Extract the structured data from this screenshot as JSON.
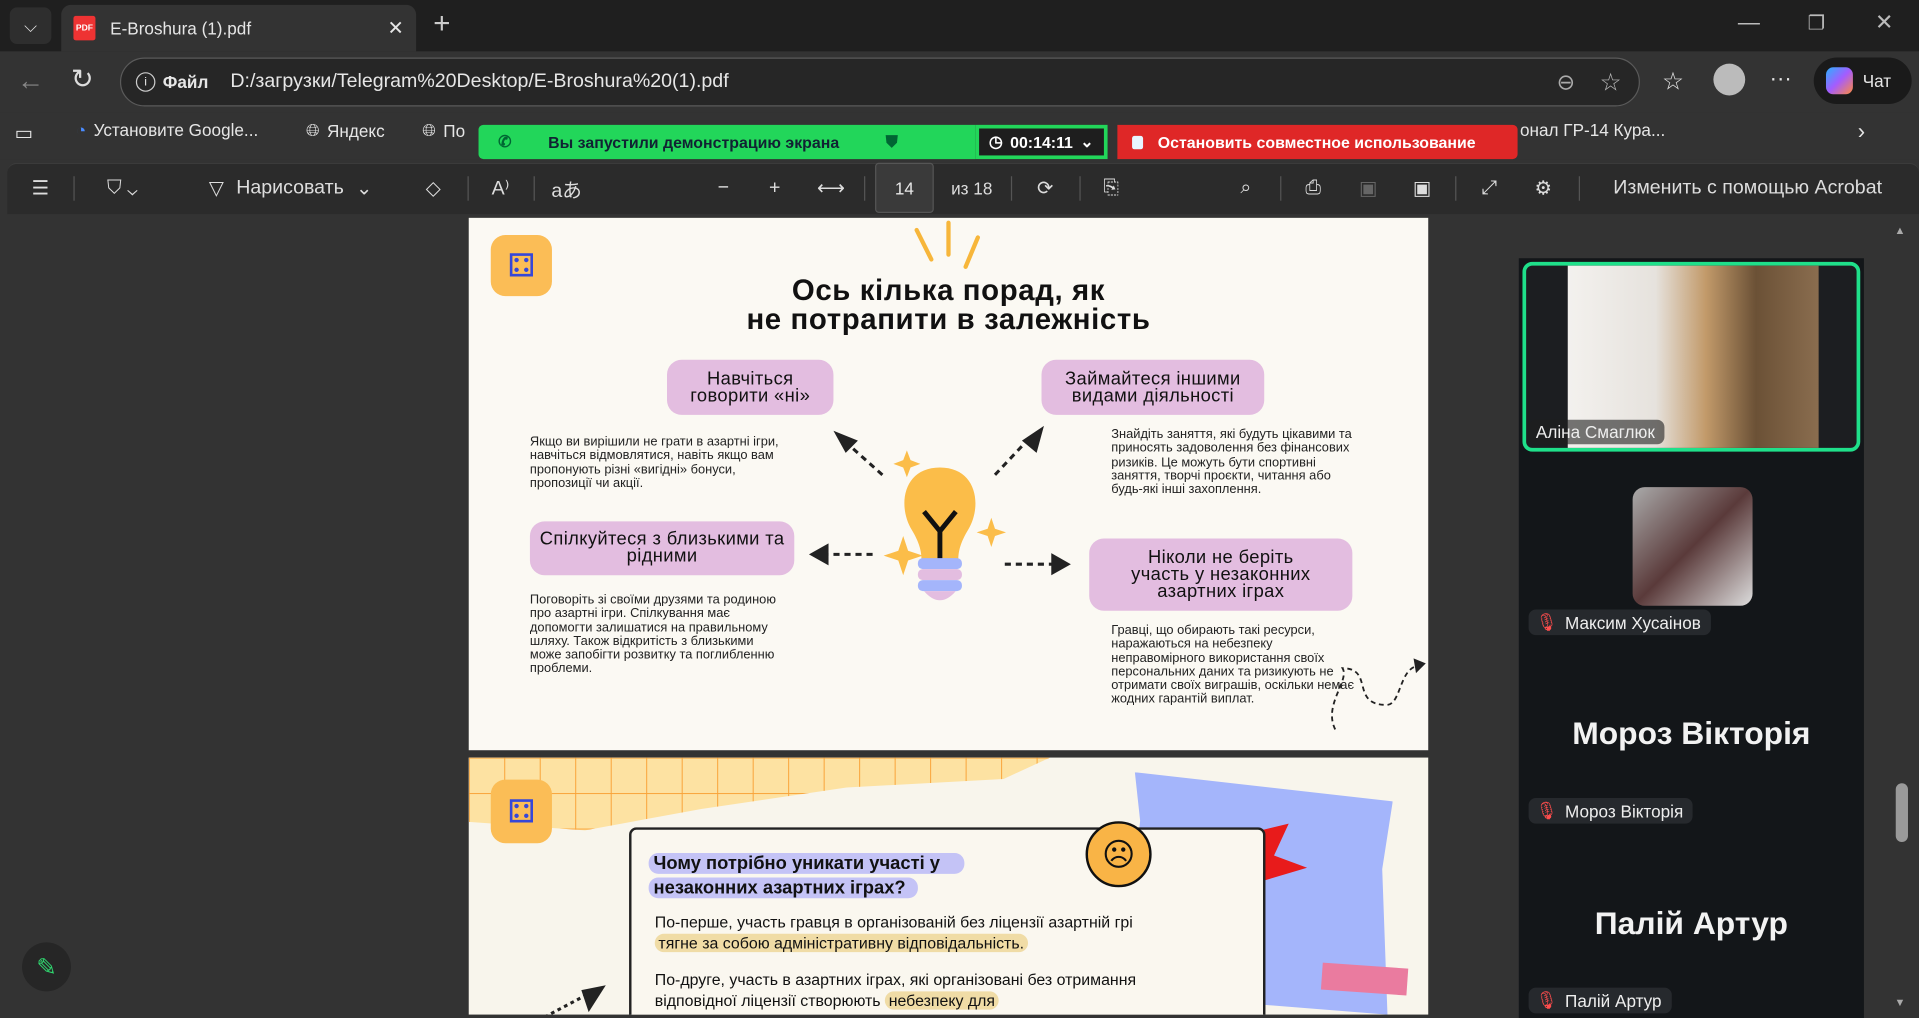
{
  "browser": {
    "tab_title": "E-Broshura (1).pdf",
    "address_prefix": "Файл",
    "address": "D:/загрузки/Telegram%20Desktop/E-Broshura%20(1).pdf",
    "chat_label": "Чат"
  },
  "bookmarks": [
    "Установите Google...",
    "Яндекс",
    "По",
    "онал ГР-14 Кура..."
  ],
  "screen_share": {
    "message": "Вы запустили демонстрацию экрана",
    "timer": "00:14:11",
    "stop_label": "Остановить совместное использование"
  },
  "pdf_toolbar": {
    "draw_label": "Нарисовать",
    "page_current": "14",
    "page_total": "из 18",
    "edit_acrobat": "Изменить с помощью Acrobat"
  },
  "page14": {
    "title_line1": "Ось кілька порад, як",
    "title_line2": "не потрапити в залежність",
    "tip1_title": "Навчіться говорити «ні»",
    "tip1_text": "Якщо ви вирішили не грати в азартні ігри, навчіться відмовлятися, навіть якщо вам пропонують різні «вигідні» бонуси, пропозиції чи акції.",
    "tip2_title": "Займайтеся іншими видами діяльності",
    "tip2_text": "Знайдіть заняття, які будуть цікавими та приносять задоволення без фінансових ризиків. Це можуть бути спортивні заняття, творчі проєкти, читання або будь-які інші захоплення.",
    "tip3_title": "Спілкуйтеся з близькими та рідними",
    "tip3_text": "Поговоріть зі своїми друзями та родиною про азартні ігри. Спілкування має допомогти залишатися на правильному шляху. Також відкритість з близькими може запобігти розвитку та поглибленню проблеми.",
    "tip4_title": "Ніколи не беріть участь у незаконних азартних іграх",
    "tip4_text": "Гравці, що обирають такі ресурси, наражаються на небезпеку неправомірного використання своїх персональних даних та ризикують не отримати своїх виграшів, оскільки немає жодних гарантій виплат."
  },
  "page15": {
    "heading_line1": "Чому потрібно уникати участі у",
    "heading_line2": "незаконних азартних іграх?",
    "p1_a": "По-перше, участь гравця в організованій без ліцензії азартній грі ",
    "p1_hl": "тягне за собою адміністративну відповідальність.",
    "p2_a": "По-друге, участь в азартних іграх, які організовані без отримання відповідної ліцензії створюють ",
    "p2_hl": "небезпеку для"
  },
  "participants": [
    {
      "name": "Аліна Смаглюк",
      "video": true,
      "active": true
    },
    {
      "name": "Максим Хусаінов",
      "muted": true,
      "avatar": true
    },
    {
      "name": "Мороз Вікторія",
      "muted": true
    },
    {
      "name": "Палій Артур",
      "muted": true
    }
  ]
}
